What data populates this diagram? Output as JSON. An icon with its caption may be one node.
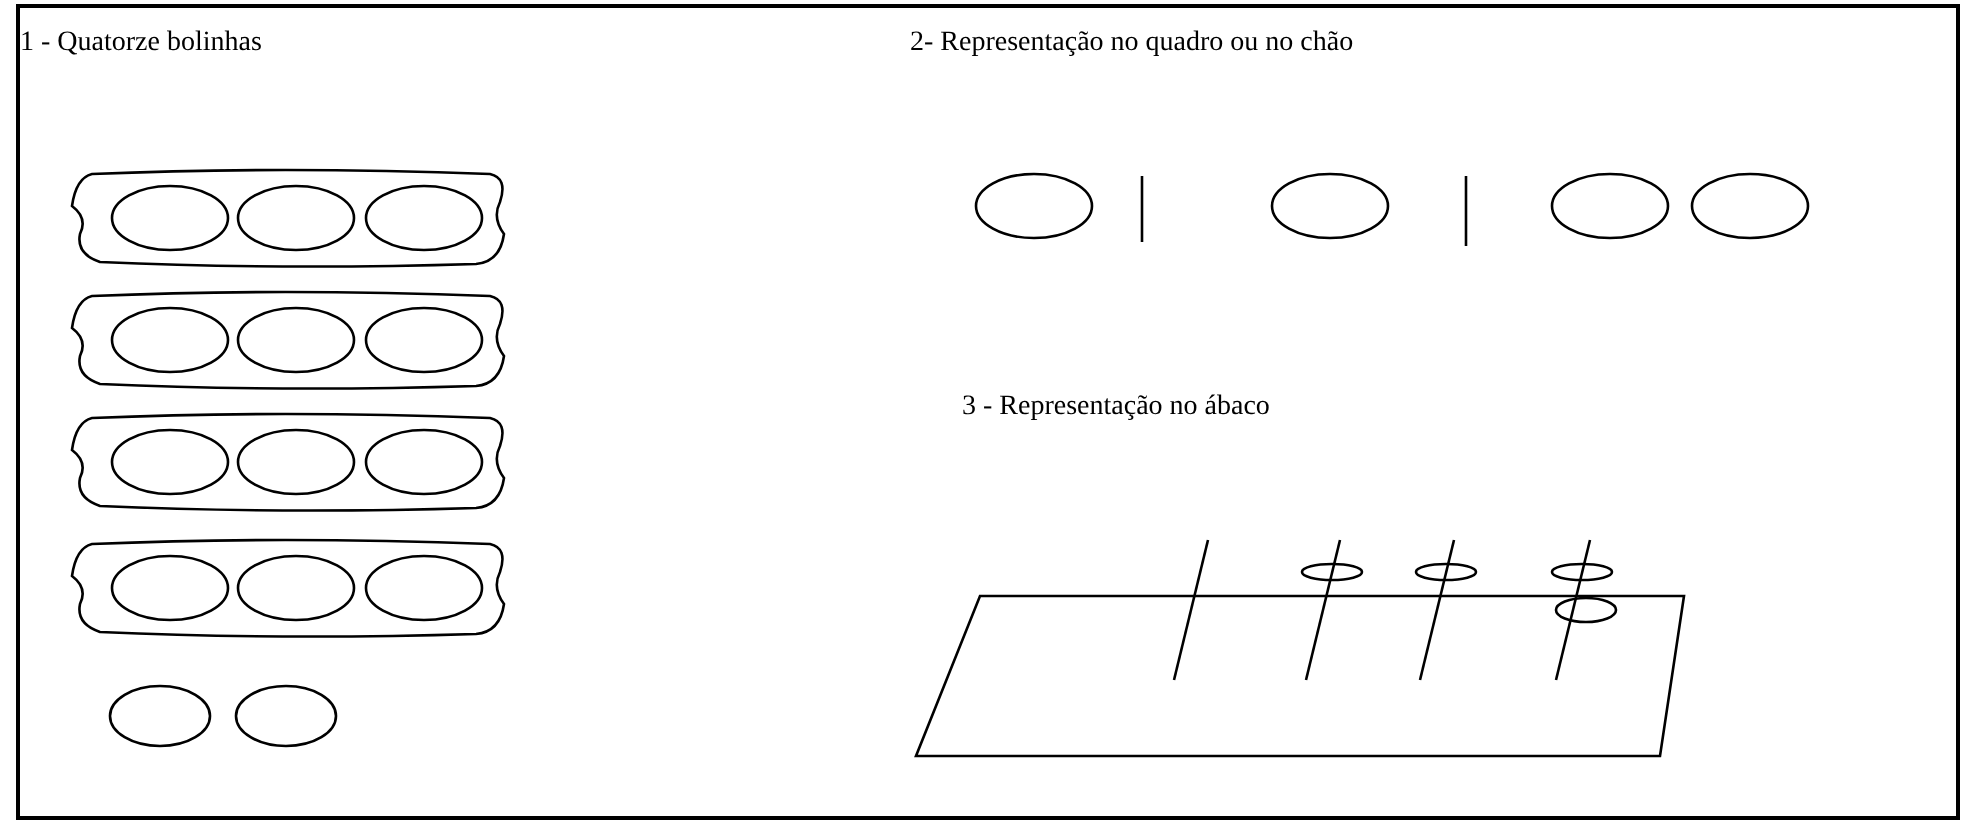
{
  "diagram": {
    "labels": [
      "1 - Quatorze bolinhas",
      "2- Representação no quadro ou no chão",
      "3 - Representação no ábaco"
    ]
  }
}
